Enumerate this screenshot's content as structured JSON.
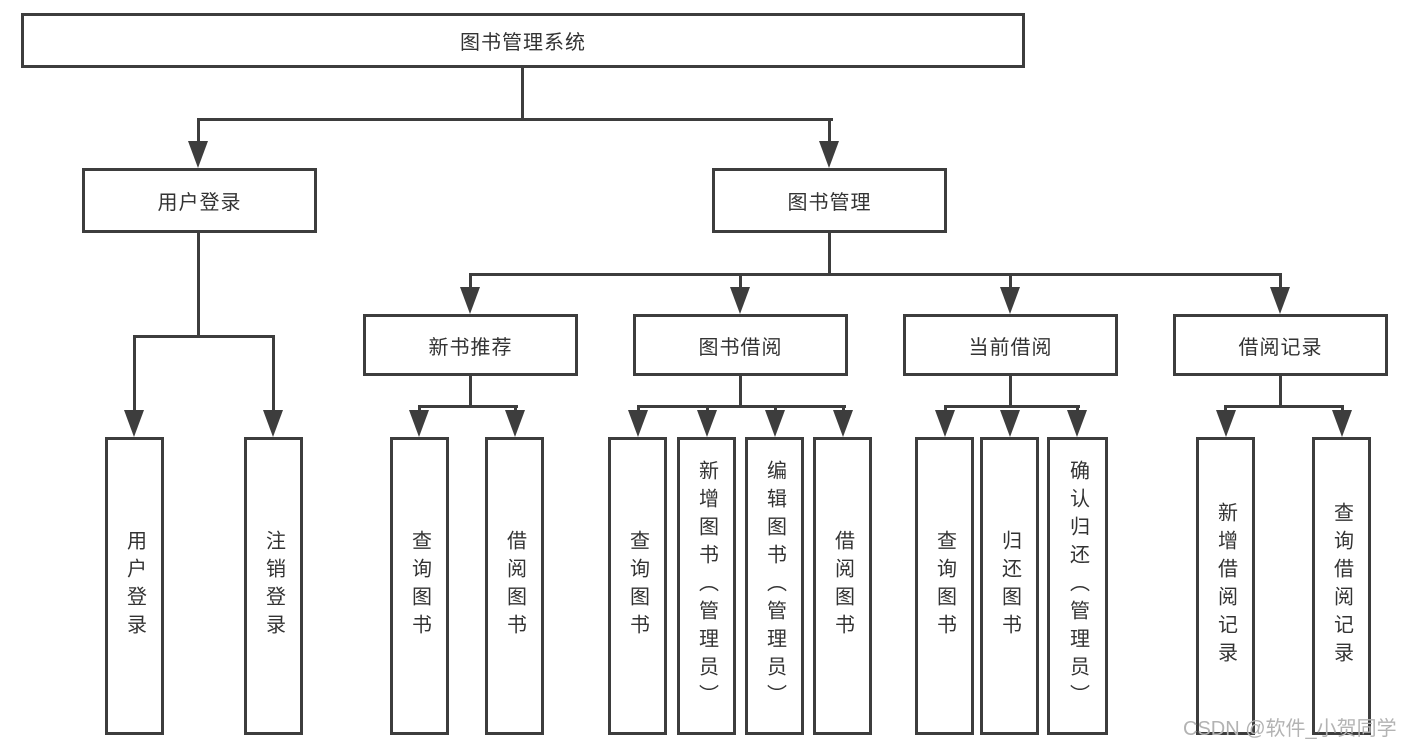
{
  "root": {
    "label": "图书管理系统"
  },
  "branches": [
    {
      "label": "用户登录",
      "children": [
        {
          "label": "用户登录"
        },
        {
          "label": "注销登录"
        }
      ]
    },
    {
      "label": "图书管理",
      "sections": [
        {
          "label": "新书推荐",
          "children": [
            {
              "label": "查询图书"
            },
            {
              "label": "借阅图书"
            }
          ]
        },
        {
          "label": "图书借阅",
          "children": [
            {
              "label": "查询图书"
            },
            {
              "label": "新增图书（管理员）"
            },
            {
              "label": "编辑图书（管理员）"
            },
            {
              "label": "借阅图书"
            }
          ]
        },
        {
          "label": "当前借阅",
          "children": [
            {
              "label": "查询图书"
            },
            {
              "label": "归还图书"
            },
            {
              "label": "确认归还（管理员）"
            }
          ]
        },
        {
          "label": "借阅记录",
          "children": [
            {
              "label": "新增借阅记录"
            },
            {
              "label": "查询借阅记录"
            }
          ]
        }
      ]
    }
  ],
  "watermark": "CSDN @软件_小贺同学",
  "colors": {
    "line": "#3d3d3d",
    "text": "#333333",
    "watermark": "#b3b3b3",
    "bg": "#ffffff"
  }
}
